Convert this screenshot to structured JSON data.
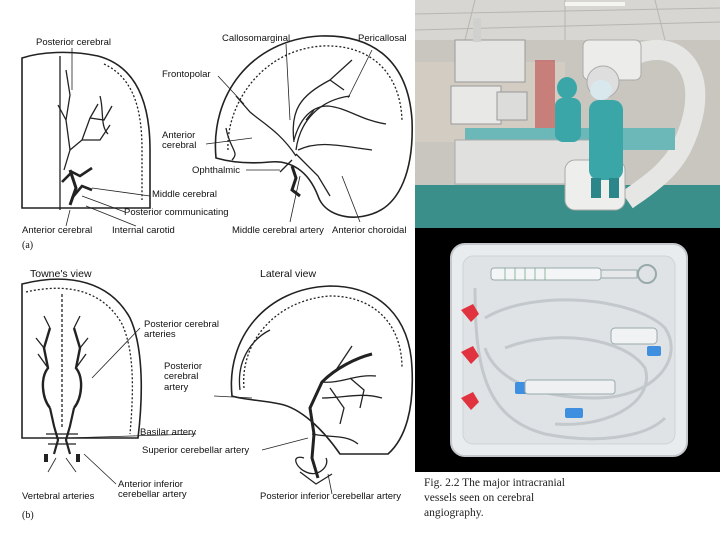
{
  "diagram_a": {
    "tag": "(a)",
    "labels": {
      "posterior_cerebral": "Posterior cerebral",
      "callosomarginal": "Callosomarginal",
      "pericallosal": "Pericallosal",
      "frontopolar": "Frontopolar",
      "anterior_cerebral_lateral_1": "Anterior",
      "anterior_cerebral_lateral_2": "cerebral",
      "ophthalmic": "Ophthalmic",
      "middle_cerebral": "Middle cerebral",
      "posterior_communicating": "Posterior communicating",
      "anterior_cerebral": "Anterior cerebral",
      "internal_carotid": "Internal carotid",
      "middle_cerebral_artery": "Middle cerebral artery",
      "anterior_choroidal": "Anterior choroidal"
    }
  },
  "diagram_b": {
    "tag": "(b)",
    "towne_view": "Towne's view",
    "lateral_view": "Lateral view",
    "labels": {
      "posterior_cerebral_arteries_1": "Posterior cerebral",
      "posterior_cerebral_arteries_2": "arteries",
      "posterior_cerebral_artery_1": "Posterior",
      "posterior_cerebral_artery_2": "cerebral",
      "posterior_cerebral_artery_3": "artery",
      "basilar_artery": "Basilar artery",
      "superior_cerebellar_artery": "Superior cerebellar artery",
      "anterior_inferior_1": "Anterior inferior",
      "anterior_inferior_2": "cerebellar artery",
      "vertebral_arteries": "Vertebral arteries",
      "posterior_inferior_cerebellar_artery": "Posterior inferior cerebellar artery"
    }
  },
  "caption": {
    "line1": "Fig. 2.2  The major intracranial",
    "line2": "vessels seen on cerebral",
    "line3": "angiography."
  },
  "colors": {
    "photo_room_wall": "#c9c6c0",
    "photo_floor": "#3a8f8a",
    "photo_scrubs": "#3aa6a8",
    "tray_background": "#000000",
    "tray_plastic": "#e9ecef",
    "stopcock_red": "#e0323f",
    "clamp_blue": "#3f8fe0"
  }
}
